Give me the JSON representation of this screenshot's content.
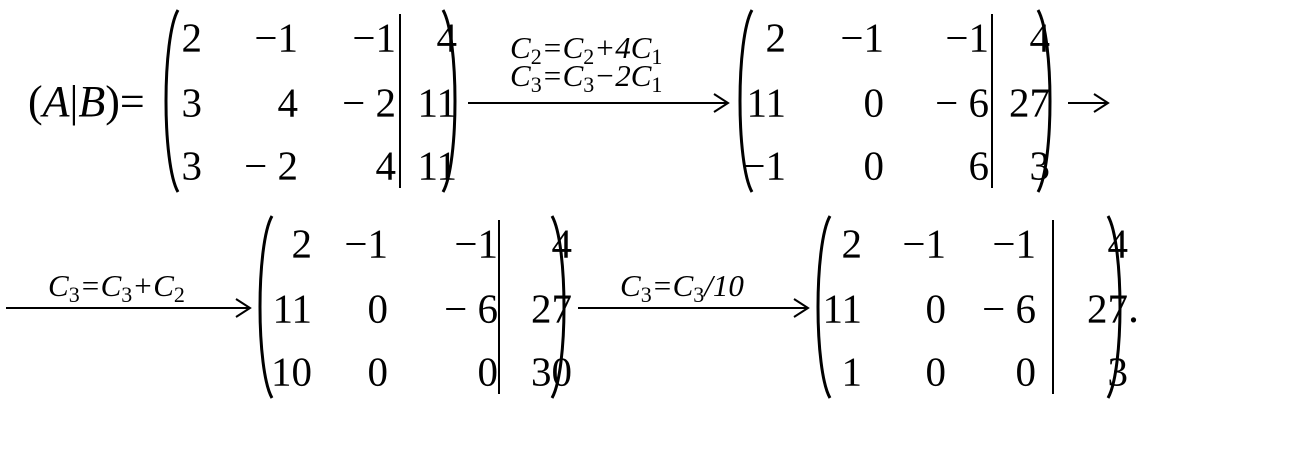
{
  "lhs": {
    "a": "A",
    "bar": "|",
    "b": "B",
    "eq": "="
  },
  "matrices": [
    {
      "rows": [
        [
          "2",
          "−1",
          "−1",
          "4"
        ],
        [
          "3",
          "4",
          "− 2",
          "11"
        ],
        [
          "3",
          "− 2",
          "4",
          "11"
        ]
      ]
    },
    {
      "rows": [
        [
          "2",
          "−1",
          "−1",
          "4"
        ],
        [
          "11",
          "0",
          "− 6",
          "27"
        ],
        [
          "−1",
          "0",
          "6",
          "3"
        ]
      ]
    },
    {
      "rows": [
        [
          "2",
          "−1",
          "−1",
          "4"
        ],
        [
          "11",
          "0",
          "− 6",
          "27"
        ],
        [
          "10",
          "0",
          "0",
          "30"
        ]
      ]
    },
    {
      "rows": [
        [
          "2",
          "−1",
          "−1",
          "4"
        ],
        [
          "11",
          "0",
          "− 6",
          "27"
        ],
        [
          "1",
          "0",
          "0",
          "3"
        ]
      ]
    }
  ],
  "ops": [
    {
      "lines": [
        {
          "c": "C",
          "s1": "2",
          "mid": "=C",
          "s2": "2",
          "rest": "+4C",
          "s3": "1"
        },
        {
          "c": "C",
          "s1": "3",
          "mid": "=C",
          "s2": "3",
          "rest": "−2C",
          "s3": "1"
        }
      ]
    },
    {
      "lines": [
        {
          "c": "C",
          "s1": "3",
          "mid": "=C",
          "s2": "3",
          "rest": "+C",
          "s3": "2"
        }
      ]
    },
    {
      "lines": [
        {
          "c": "C",
          "s1": "3",
          "mid": "=C",
          "s2": "3",
          "rest": "/10",
          "s3": ""
        }
      ]
    }
  ],
  "final_punct": "."
}
